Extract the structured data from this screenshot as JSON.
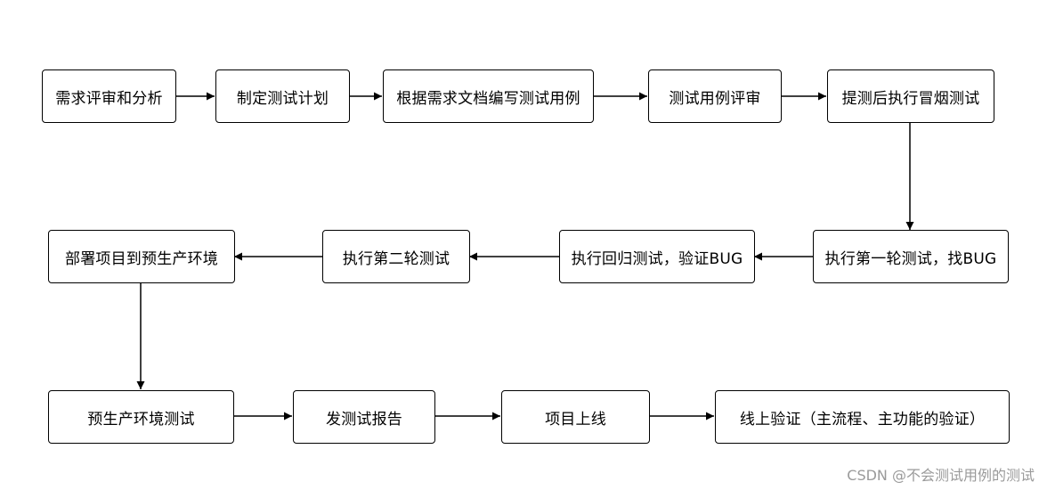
{
  "flowchart": {
    "row1": {
      "step1": "需求评审和分析",
      "step2": "制定测试计划",
      "step3": "根据需求文档编写测试用例",
      "step4": "测试用例评审",
      "step5": "提测后执行冒烟测试"
    },
    "row2": {
      "step6": "执行第一轮测试，找BUG",
      "step7": "执行回归测试，验证BUG",
      "step8": "执行第二轮测试",
      "step9": "部署项目到预生产环境"
    },
    "row3": {
      "step10": "预生产环境测试",
      "step11": "发测试报告",
      "step12": "项目上线",
      "step13": "线上验证（主流程、主功能的验证）"
    }
  },
  "watermark": "CSDN @不会测试用例的测试"
}
